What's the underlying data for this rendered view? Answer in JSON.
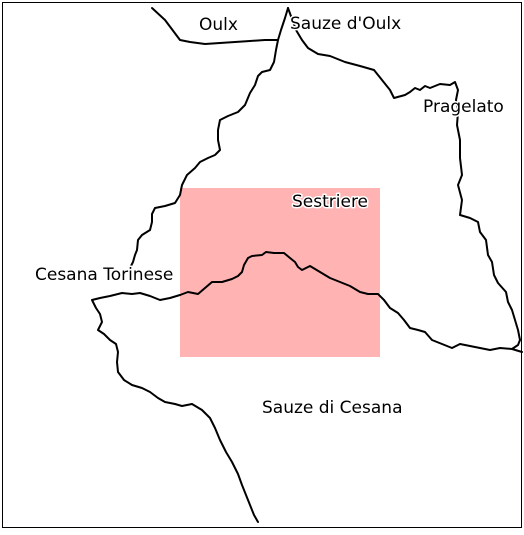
{
  "map": {
    "highlight_color": "#ffb3b3",
    "boundary_color": "#000000",
    "labels": {
      "oulx": "Oulx",
      "sauze_doulx": "Sauze d'Oulx",
      "pragelato": "Pragelato",
      "sestriere": "Sestriere",
      "cesana_torinese": "Cesana Torinese",
      "sauze_di_cesana": "Sauze di Cesana"
    }
  }
}
